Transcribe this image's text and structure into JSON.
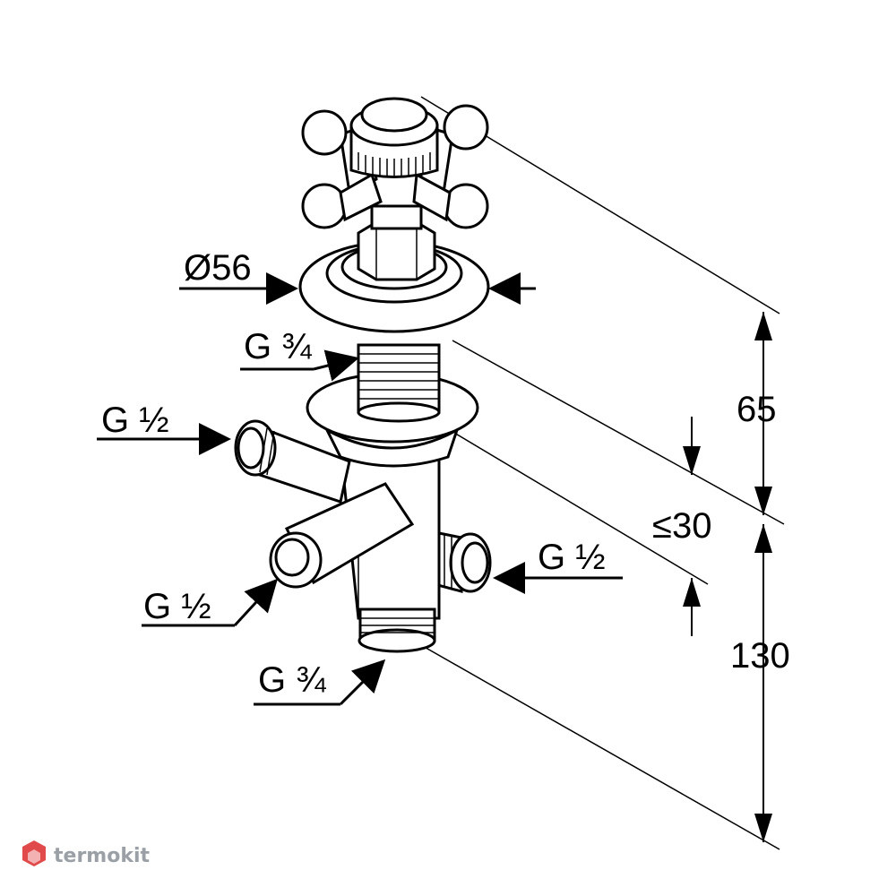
{
  "labels": {
    "flange_diameter": "Ø56",
    "thread_top": "G ¾",
    "thread_left": "G ½",
    "thread_front": "G ½",
    "thread_right": "G ½",
    "thread_bottom": "G ¾",
    "height_upper": "65",
    "height_range": "≤30",
    "height_lower": "130"
  },
  "watermark": {
    "text": "termokit",
    "icon": "termokit-logo-icon",
    "color": "#e04a4a"
  }
}
